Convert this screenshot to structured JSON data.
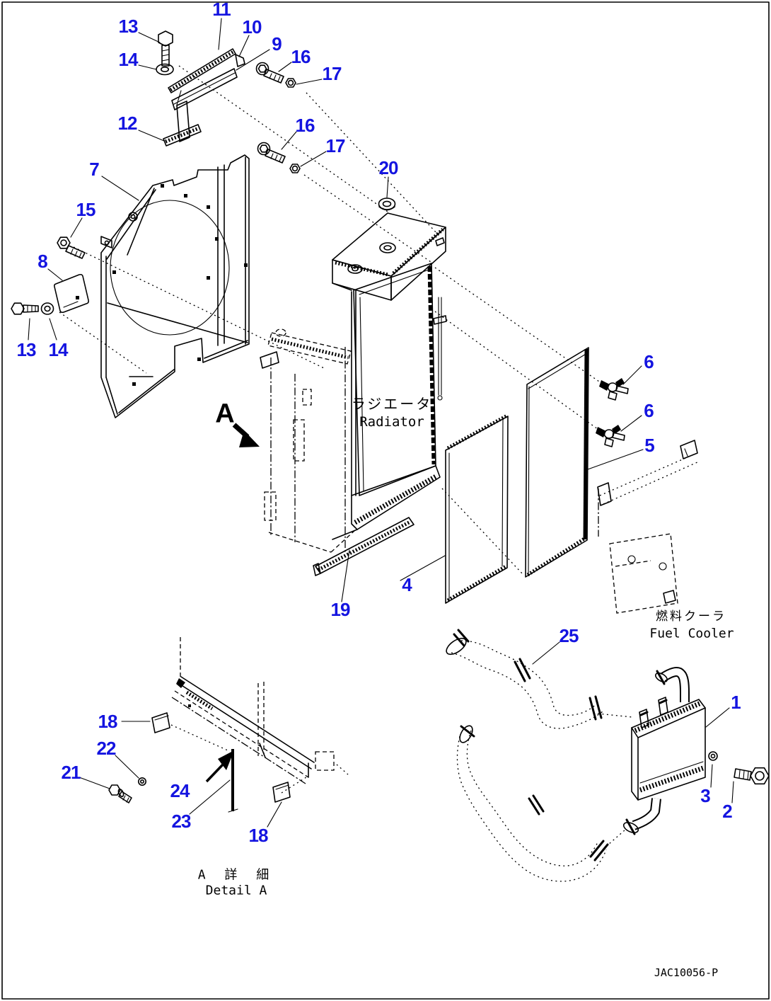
{
  "figure": {
    "type": "parts-diagram",
    "drawing_code": "JAC10056-P",
    "colors": {
      "callout": "#1414e0",
      "line": "#000000",
      "background": "#ffffff"
    },
    "labels": {
      "radiator_jp": "ラジエータ",
      "radiator_en": "Radiator",
      "fuel_cooler_jp": "燃料クーラ",
      "fuel_cooler_en": "Fuel Cooler",
      "detail_a_jp": "A 詳 細",
      "detail_a_en": "Detail A",
      "view_arrow_letter": "A"
    },
    "callouts": [
      {
        "n": "13"
      },
      {
        "n": "14"
      },
      {
        "n": "11"
      },
      {
        "n": "10"
      },
      {
        "n": "9"
      },
      {
        "n": "16"
      },
      {
        "n": "17"
      },
      {
        "n": "12"
      },
      {
        "n": "16"
      },
      {
        "n": "17"
      },
      {
        "n": "20"
      },
      {
        "n": "7"
      },
      {
        "n": "15"
      },
      {
        "n": "8"
      },
      {
        "n": "13"
      },
      {
        "n": "14"
      },
      {
        "n": "6"
      },
      {
        "n": "6"
      },
      {
        "n": "5"
      },
      {
        "n": "4"
      },
      {
        "n": "19"
      },
      {
        "n": "25"
      },
      {
        "n": "1"
      },
      {
        "n": "3"
      },
      {
        "n": "2"
      },
      {
        "n": "18"
      },
      {
        "n": "22"
      },
      {
        "n": "21"
      },
      {
        "n": "24"
      },
      {
        "n": "23"
      },
      {
        "n": "18"
      }
    ]
  }
}
